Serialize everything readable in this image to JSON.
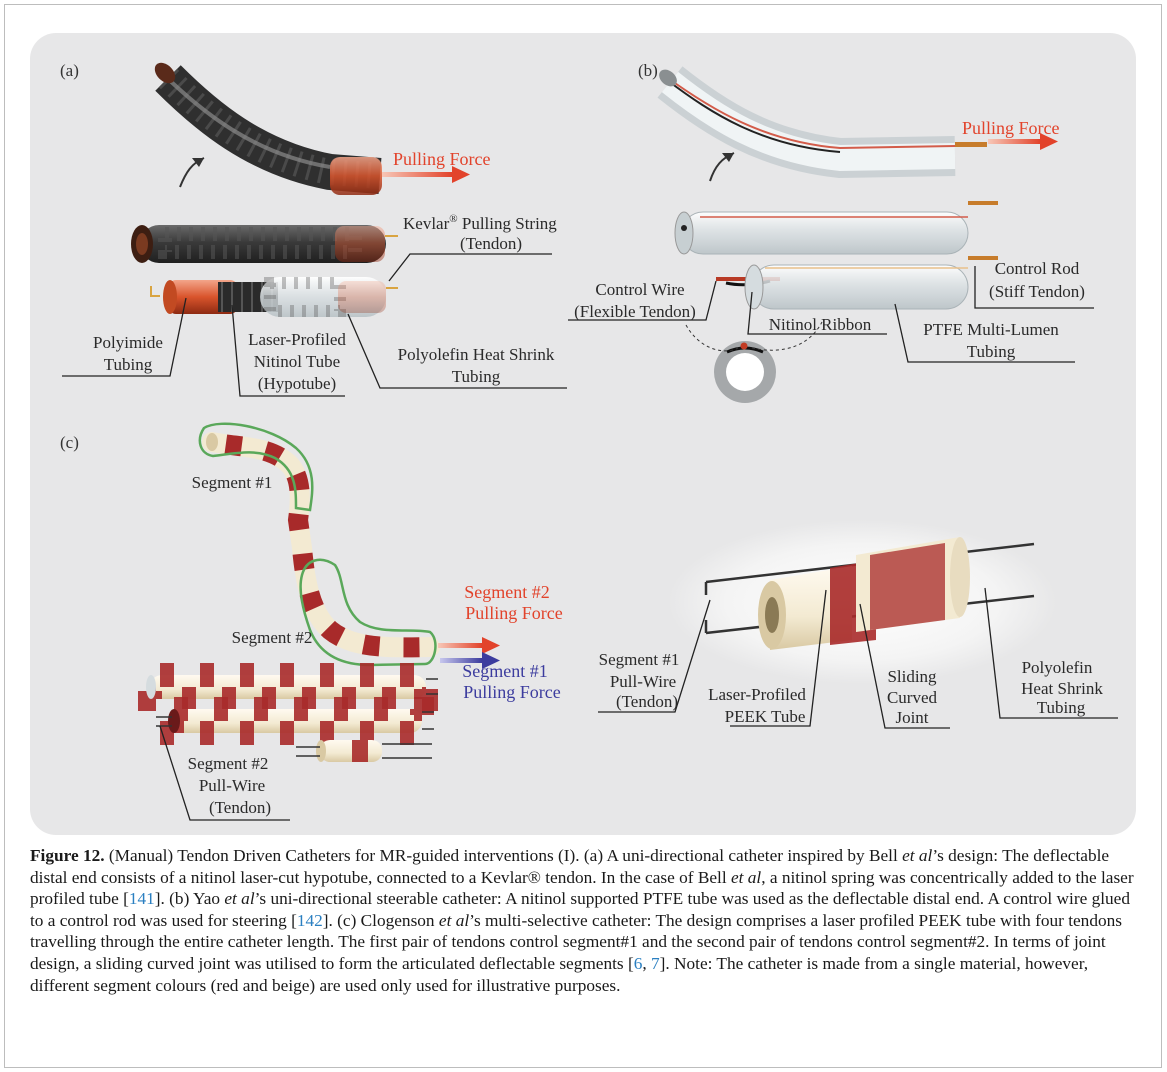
{
  "figure": {
    "panels": {
      "a": {
        "letter": "(a)",
        "pulling_force": "Pulling Force",
        "kevlar_line1": "Kevlar",
        "kevlar_sup": "®",
        "kevlar_line1_rest": " Pulling String",
        "kevlar_line2": "(Tendon)",
        "polyimide_line1": "Polyimide",
        "polyimide_line2": "Tubing",
        "nitinol_line1": "Laser-Profiled",
        "nitinol_line2": "Nitinol Tube",
        "nitinol_line3": "(Hypotube)",
        "polyolefin_line1": "Polyolefin Heat Shrink",
        "polyolefin_line2": "Tubing"
      },
      "b": {
        "letter": "(b)",
        "pulling_force": "Pulling Force",
        "control_wire_line1": "Control Wire",
        "control_wire_line2": "(Flexible Tendon)",
        "nitinol_ribbon": "Nitinol Ribbon",
        "control_rod_line1": "Control Rod",
        "control_rod_line2": "(Stiff Tendon)",
        "ptfe_line1": "PTFE Multi-Lumen",
        "ptfe_line2": "Tubing"
      },
      "c": {
        "letter": "(c)",
        "segment1": "Segment #1",
        "segment2": "Segment #2",
        "seg2_force_line1": "Segment #2",
        "seg2_force_line2": "Pulling Force",
        "seg1_force_line1": "Segment #1",
        "seg1_force_line2": "Pulling Force",
        "seg2_pullwire_line1": "Segment #2",
        "seg2_pullwire_line2": "Pull-Wire",
        "seg2_pullwire_line3": "(Tendon)",
        "seg1_pullwire_line1": "Segment #1",
        "seg1_pullwire_line2": "Pull-Wire",
        "seg1_pullwire_line3": "(Tendon)",
        "peek_line1": "Laser-Profiled",
        "peek_line2": "PEEK Tube",
        "joint_line1": "Sliding",
        "joint_line2": "Curved",
        "joint_line3": "Joint",
        "heat_line1": "Polyolefin",
        "heat_line2": "Heat Shrink",
        "heat_line3": "Tubing"
      }
    },
    "colors": {
      "panel_background": "#e7e7e8",
      "force_red": "#e2432b",
      "force_blue": "#3c3c9e",
      "segment_red": "#a82a2a",
      "segment_beige": "#f3ead2",
      "nitinol_dark": "#3a3a3a",
      "outline_green": "#5aa85a",
      "citation_blue": "#2a7fc1"
    }
  },
  "caption": {
    "label": "Figure 12.",
    "s01": " (Manual) Tendon Driven Catheters for MR-guided interventions (I). (a) A uni-directional catheter inspired by Bell ",
    "s02": "et al",
    "s03": "’s design: The deflectable distal end consists of a nitinol laser-cut hypotube, connected to a Kevlar® tendon. In the case of Bell ",
    "s04": "et al",
    "s05": ", a nitinol spring was concentrically added to the laser profiled tube [",
    "c141": "141",
    "s06": "]. (b) Yao ",
    "s07": "et al",
    "s08": "’s uni-directional steerable catheter: A nitinol supported PTFE tube was used as the deflectable distal end. A control wire glued to a control rod was used for steering [",
    "c142": "142",
    "s09": "]. (c) Clogenson ",
    "s10": "et al",
    "s11": "’s multi-selective catheter: The design comprises a laser profiled PEEK tube with four tendons travelling through the entire catheter length. The first pair of tendons control segment#1 and the second pair of tendons control segment#2. In terms of joint design, a sliding curved joint was utilised to form the articulated deflectable segments [",
    "c6": "6",
    "sep": ", ",
    "c7": "7",
    "s12": "]. Note: The catheter is made from a single material, however, different segment colours (red and beige) are used only used for illustrative purposes."
  }
}
